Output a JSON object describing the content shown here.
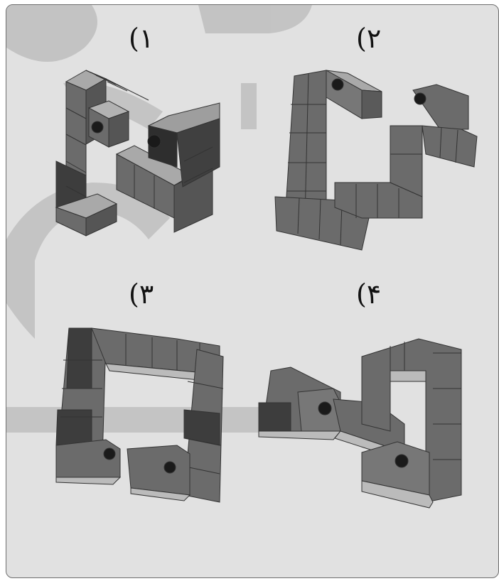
{
  "options": [
    {
      "label": "۱)"
    },
    {
      "label": "۲)"
    },
    {
      "label": "۳)"
    },
    {
      "label": "۴)"
    }
  ],
  "colors": {
    "background": "#e1e1e1",
    "cube_face": "#6b6b6b",
    "cube_top": "#a9a9a9",
    "cube_shadow": "#404040",
    "watermark": "#b9b9b9",
    "dot": "#1a1a1a"
  }
}
